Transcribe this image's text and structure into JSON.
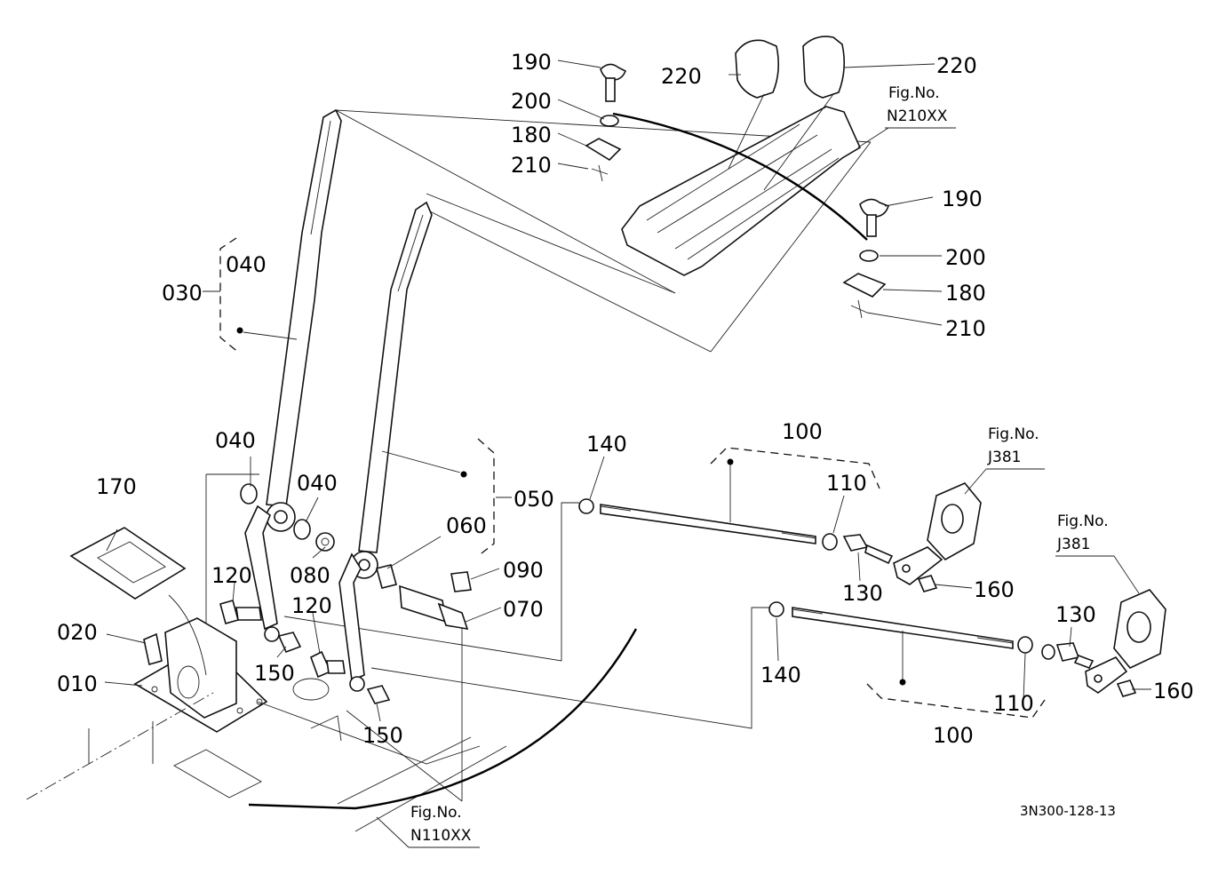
{
  "labels": {
    "p190a": "190",
    "p200a": "200",
    "p180a": "180",
    "p210a": "210",
    "p220a": "220",
    "p220b": "220",
    "p190b": "190",
    "p200b": "200",
    "p180b": "180",
    "p210b": "210",
    "p030": "030",
    "p040a": "040",
    "p040b": "040",
    "p040c": "040",
    "p050": "050",
    "p060": "060",
    "p070": "070",
    "p080": "080",
    "p090": "090",
    "p100a": "100",
    "p100b": "100",
    "p110a": "110",
    "p110b": "110",
    "p120a": "120",
    "p120b": "120",
    "p130a": "130",
    "p130b": "130",
    "p140a": "140",
    "p140b": "140",
    "p150a": "150",
    "p150b": "150",
    "p160a": "160",
    "p160b": "160",
    "p170": "170",
    "p010": "010",
    "p020": "020"
  },
  "figure_refs": {
    "n210": {
      "title": "Fig.No.",
      "code": "N210XX"
    },
    "j381a": {
      "title": "Fig.No.",
      "code": "J381"
    },
    "j381b": {
      "title": "Fig.No.",
      "code": "J381"
    },
    "n110": {
      "title": "Fig.No.",
      "code": "N110XX"
    }
  },
  "drawing_code": "3N300-128-13"
}
